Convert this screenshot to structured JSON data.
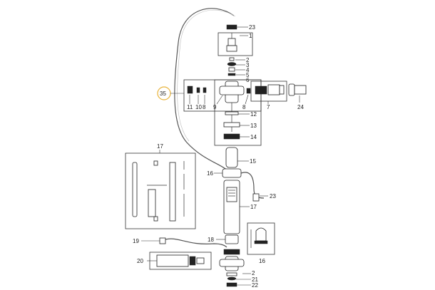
{
  "diagram": {
    "highlight_color": "#e8b33a",
    "line_color": "#333333",
    "callouts": {
      "c23_top": "23",
      "c1": "1",
      "c2_top": "2",
      "c3": "3",
      "c4": "4",
      "c5": "5",
      "c6": "6",
      "c35": "35",
      "c11": "11",
      "c10": "10",
      "c8_left": "8",
      "c9": "9",
      "c8_right": "8",
      "c7": "7",
      "c24": "24",
      "c12": "12",
      "c13": "13",
      "c14": "14",
      "c15": "15",
      "c16_left": "16",
      "c17_box": "17",
      "c23_right": "23",
      "c17_right": "17",
      "c18": "18",
      "c16_bottom": "16",
      "c19": "19",
      "c20": "20",
      "c2_bottom": "2",
      "c21": "21",
      "c22": "22"
    }
  }
}
